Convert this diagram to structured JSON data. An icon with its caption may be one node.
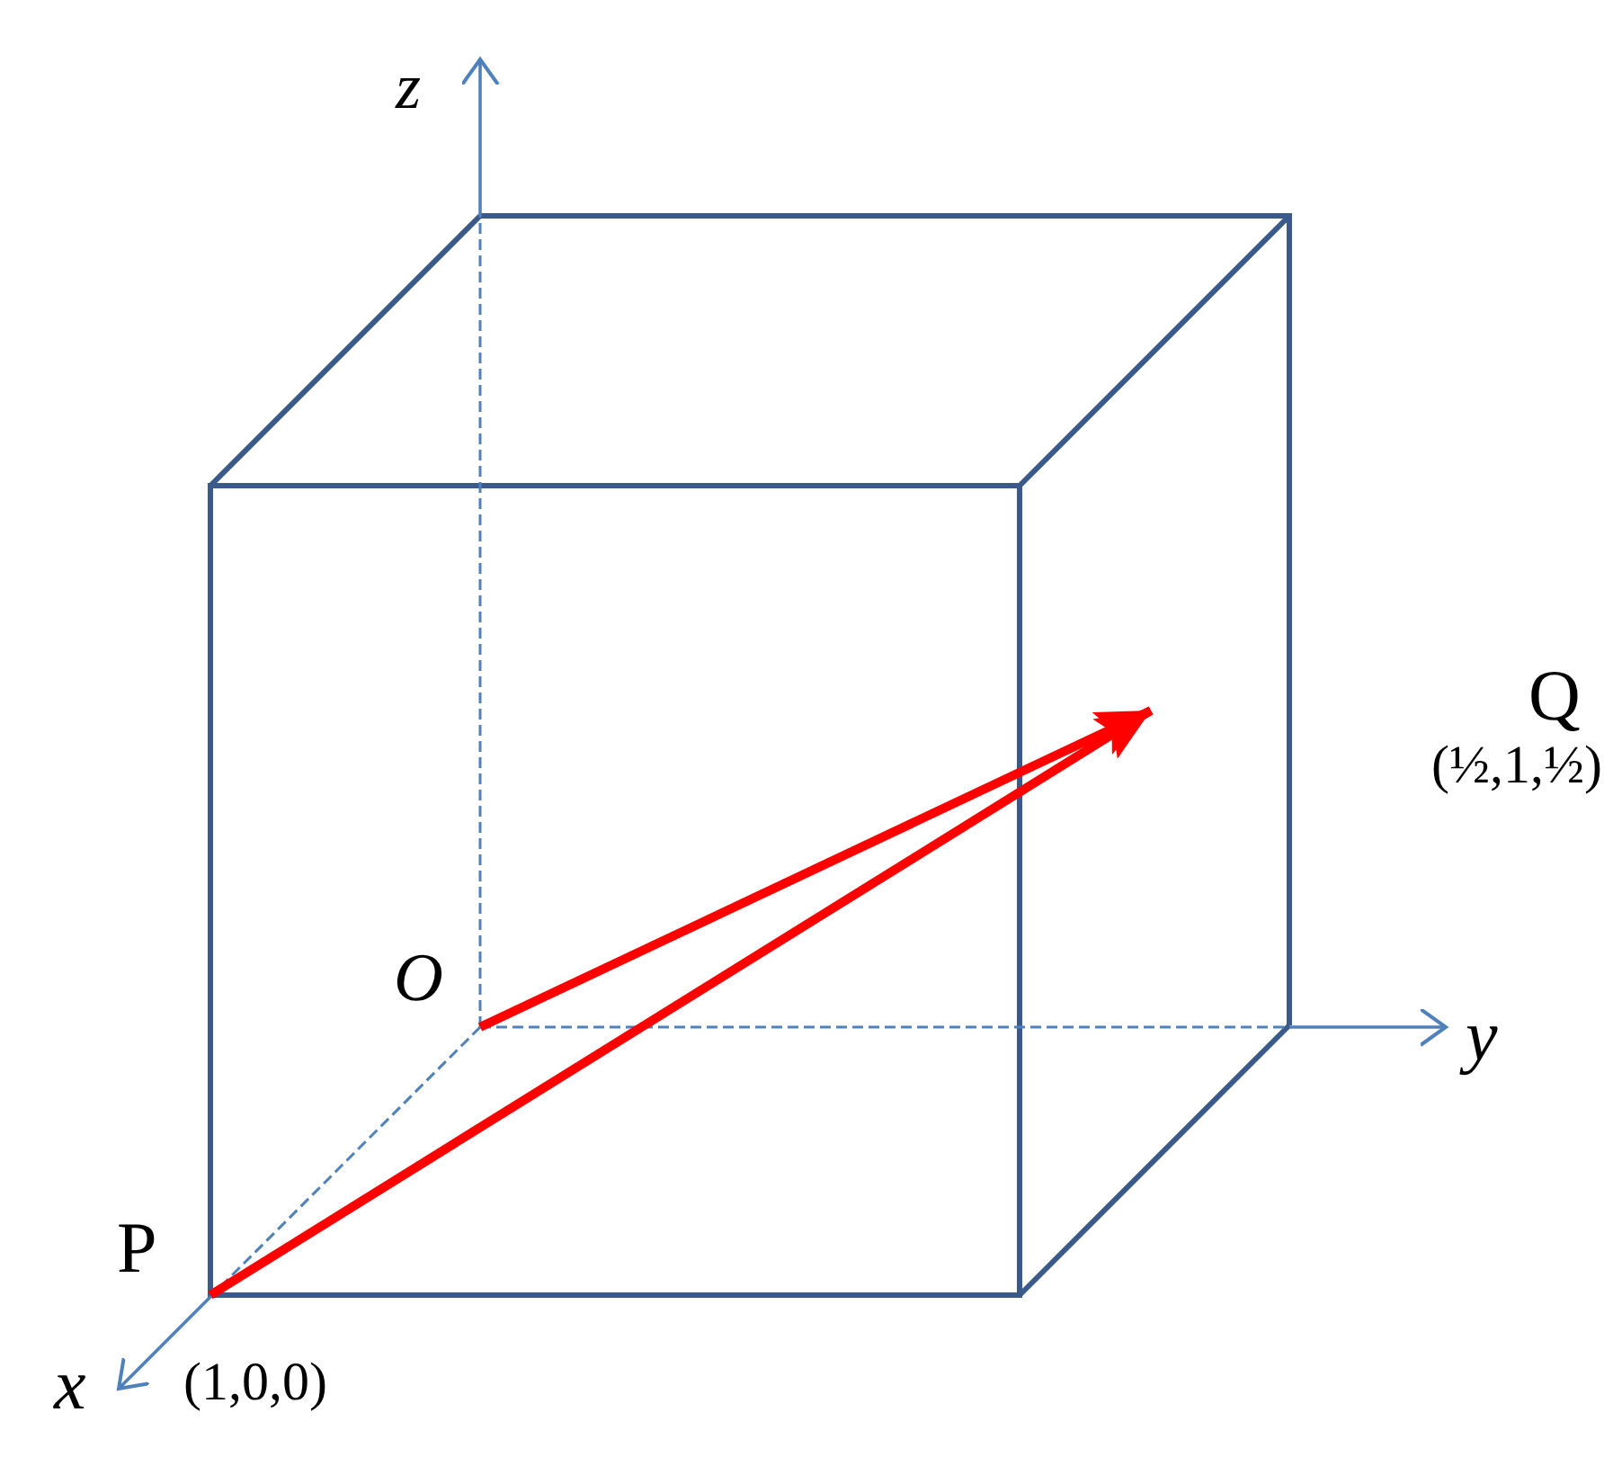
{
  "diagram": {
    "nodes": [
      {
        "text": [
          "O"
        ]
      },
      {
        "text": [
          "P"
        ],
        "beside": [
          "(1,0,0)"
        ]
      }
    ],
    "edges": [
      {
        "from": 0,
        "to": null,
        "arrow": "to"
      },
      {
        "from": 1,
        "to": null,
        "arrow": "to"
      }
    ],
    "labels": [
      "z",
      "Q",
      "(½,1,½)",
      "y",
      "x"
    ]
  }
}
